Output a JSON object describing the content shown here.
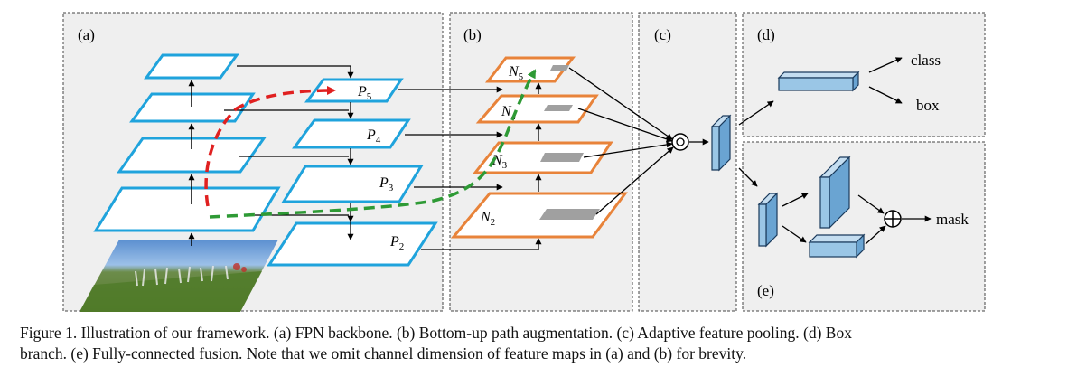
{
  "panels": {
    "a": "(a)",
    "b": "(b)",
    "c": "(c)",
    "d": "(d)",
    "e": "(e)"
  },
  "fpn_labels": [
    {
      "base": "P",
      "sub": "5"
    },
    {
      "base": "P",
      "sub": "4"
    },
    {
      "base": "P",
      "sub": "3"
    },
    {
      "base": "P",
      "sub": "2"
    }
  ],
  "pan_labels": [
    {
      "base": "N",
      "sub": "5"
    },
    {
      "base": "N",
      "sub": "4"
    },
    {
      "base": "N",
      "sub": "3"
    },
    {
      "base": "N",
      "sub": "2"
    }
  ],
  "box_outputs": {
    "class": "class",
    "box": "box"
  },
  "mask_output": "mask",
  "caption": {
    "line1": "Figure 1. Illustration of our framework.  (a) FPN backbone.  (b) Bottom-up path augmentation.  (c) Adaptive feature pooling.  (d) Box",
    "line2": "branch. (e) Fully-connected fusion. Note that we omit channel dimension of feature maps in (a) and (b) for brevity."
  },
  "colors": {
    "fpn_blue": "#1fa3dc",
    "pan_orange": "#e8833a",
    "red_path": "#e02020",
    "green_path": "#2e9a35",
    "fc_face": "#9ac6e6",
    "fc_edge": "#1a3a5c",
    "roi_gray": "#a0a0a0",
    "panel_bg": "#efefef"
  }
}
